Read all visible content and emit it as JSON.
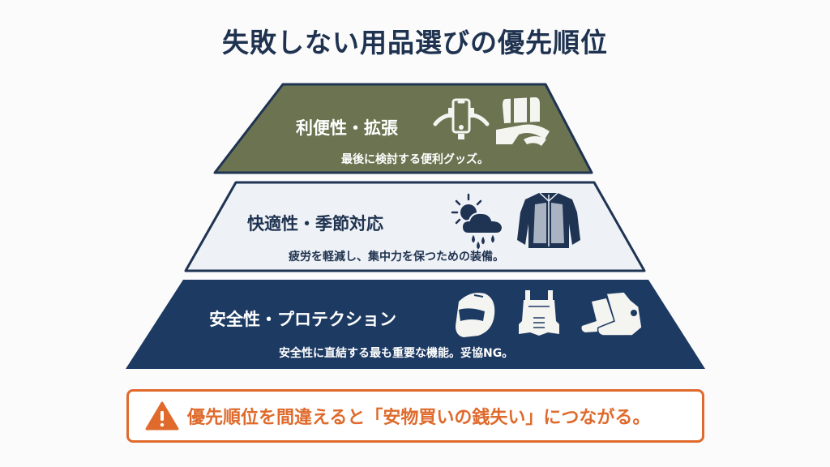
{
  "title": "失敗しない用品選びの優先順位",
  "pyramid": {
    "tiers": [
      {
        "level": 3,
        "title": "利便性・拡張",
        "description": "最後に検討する便利グッズ。",
        "icons": [
          "phone-mount-icon",
          "luggage-bag-icon"
        ],
        "fill": "#6b7351",
        "text_color": "#ffffff"
      },
      {
        "level": 2,
        "title": "快適性・季節対応",
        "description": "疲労を軽減し、集中力を保つための装備。",
        "icons": [
          "weather-sun-rain-icon",
          "riding-jacket-icon"
        ],
        "fill": "#eef1f6",
        "text_color": "#1f3350"
      },
      {
        "level": 1,
        "title": "安全性・プロテクション",
        "description": "安全性に直結する最も重要な機能。妥協NG。",
        "icons": [
          "helmet-icon",
          "chest-protector-icon",
          "riding-boots-icon"
        ],
        "fill": "#1d3a63",
        "text_color": "#ffffff"
      }
    ],
    "border_color": "#1f3352"
  },
  "warning": {
    "icon": "warning-triangle-icon",
    "text": "優先順位を間違えると「安物買いの銭失い」につながる。",
    "color": "#df6a2c"
  }
}
